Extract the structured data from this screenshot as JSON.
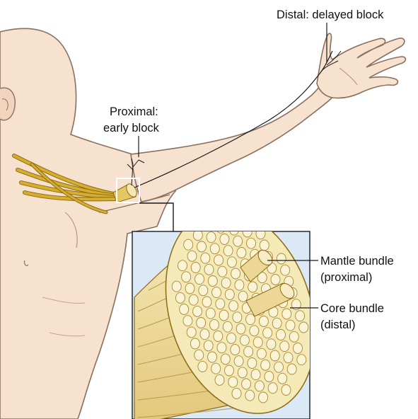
{
  "labels": {
    "distal_title": "Distal: delayed block",
    "proximal_line1": "Proximal:",
    "proximal_line2": "early block",
    "mantle_line1": "Mantle bundle",
    "mantle_line2": "(proximal)",
    "core_line1": "Core bundle",
    "core_line2": "(distal)"
  },
  "colors": {
    "skin": "#f7e1cf",
    "skin_outline": "#8a6f5f",
    "nerve": "#d6ae2f",
    "nerve_outline": "#8c6a12",
    "fascicle": "#f4e6b2",
    "inset_bg": "#dbe8f6",
    "leader": "#1a1a1a"
  }
}
